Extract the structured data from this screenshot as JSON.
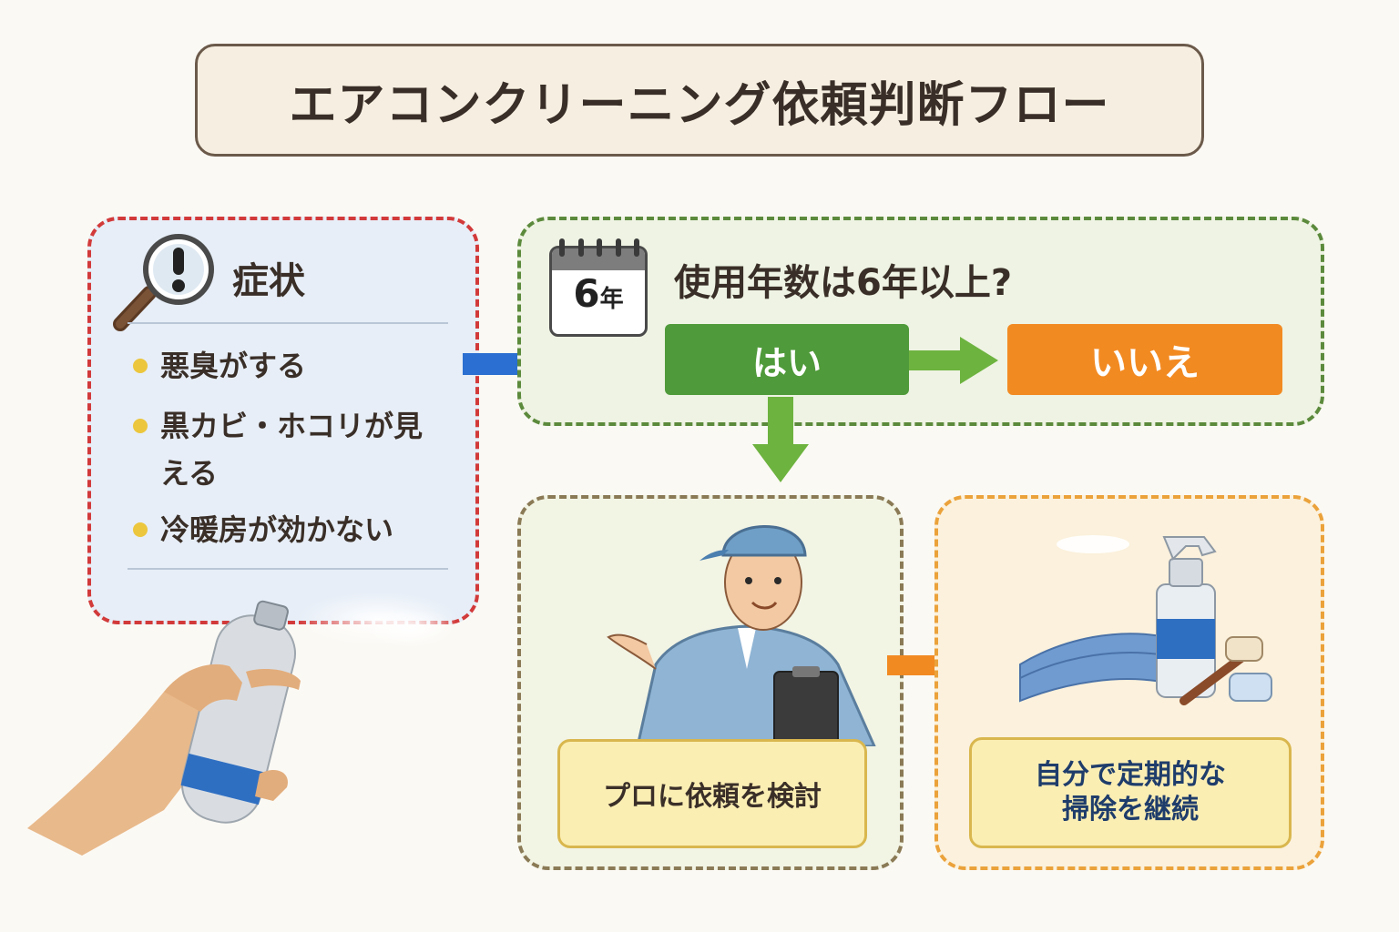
{
  "title": "エアコンクリーニング依頼判断フロー",
  "symptoms": {
    "heading": "症状",
    "items": [
      "悪臭がする",
      "黒カビ・ホコリが見える",
      "冷暖房が効かない"
    ]
  },
  "question": {
    "calendar_number": "6",
    "calendar_unit": "年",
    "text": "使用年数は6年以上?",
    "yes_label": "はい",
    "no_label": "いいえ"
  },
  "results": {
    "pro": "プロに依頼を検討",
    "self_line1": "自分で定期的な",
    "self_line2": "掃除を継続"
  },
  "colors": {
    "symptom_border": "#d23a3a",
    "question_border": "#5c8a3c",
    "yes": "#4f9a3a",
    "no": "#f28a22",
    "arrow_blue": "#2a6fd1",
    "arrow_green": "#6db33f",
    "arrow_orange": "#f28a22"
  },
  "icons": [
    "magnifier-exclamation-icon",
    "calendar-icon",
    "technician-illustration",
    "cleaning-supplies-illustration",
    "spray-can-illustration"
  ]
}
